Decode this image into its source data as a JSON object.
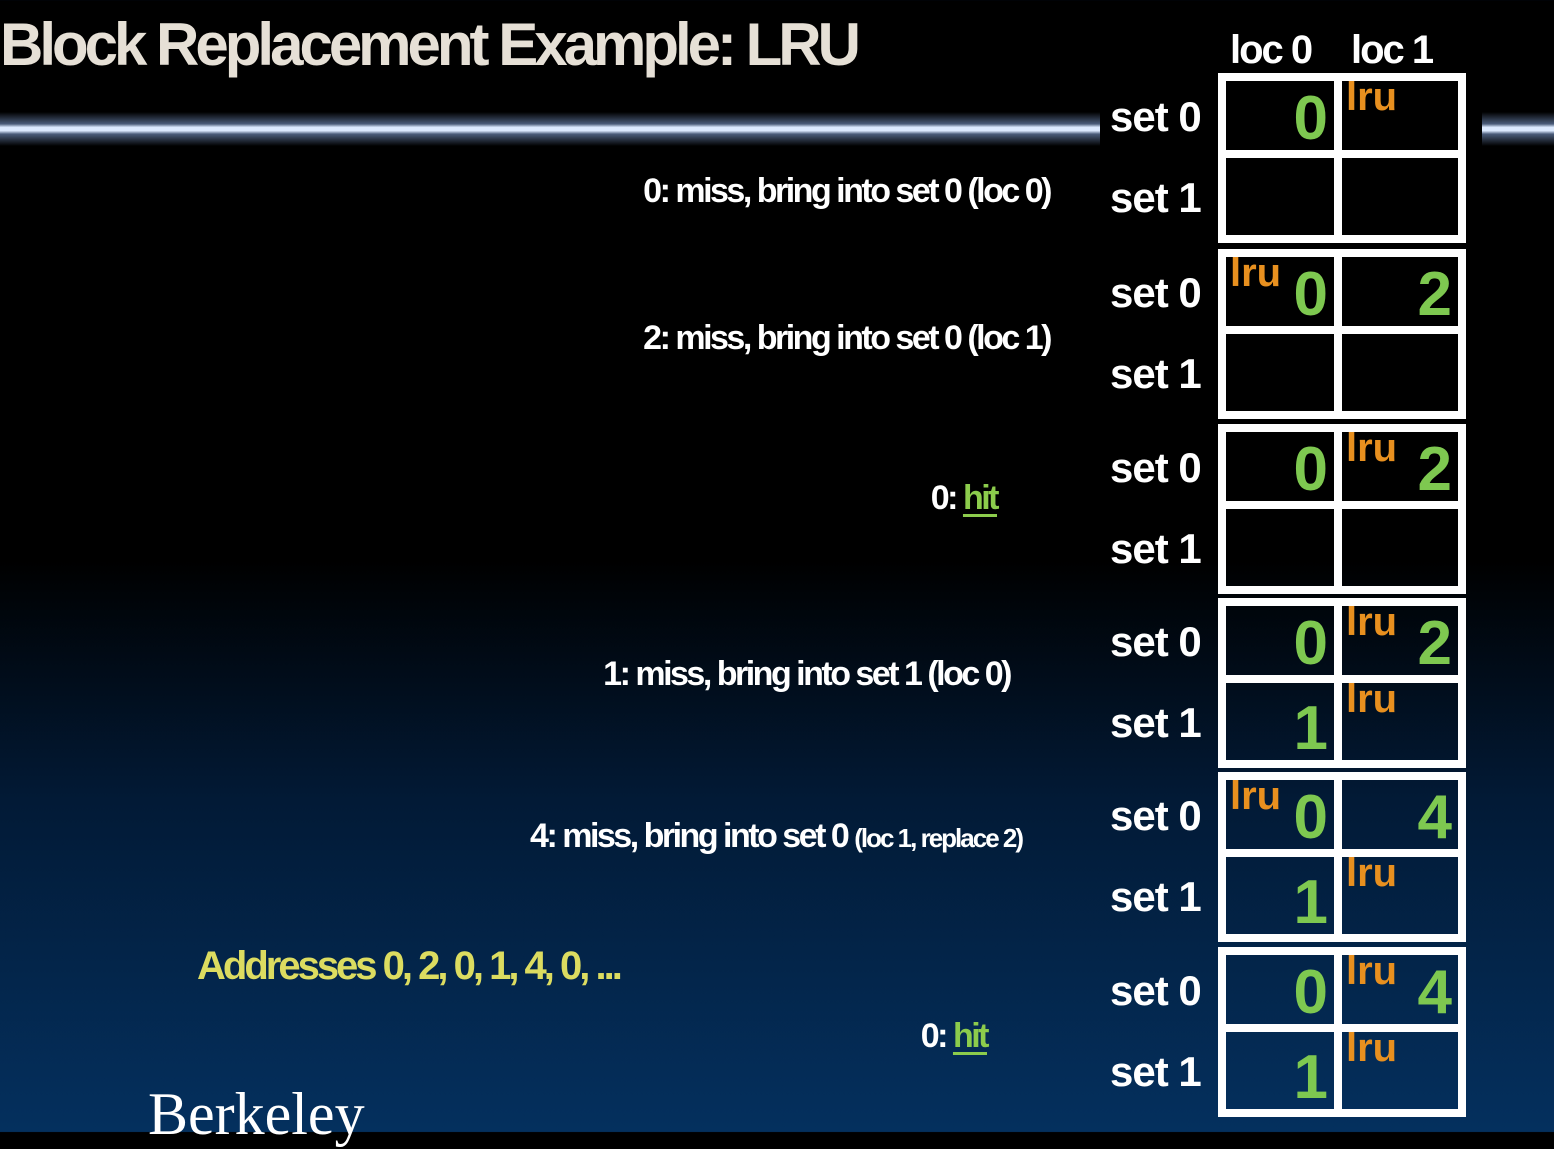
{
  "title": "Block Replacement Example: LRU",
  "headers": [
    "loc 0",
    "loc 1"
  ],
  "set_labels": [
    "set 0",
    "set 1"
  ],
  "lru_label": "lru",
  "colors": {
    "value": "#7ec850",
    "lru": "#e8901f",
    "addresses": "#dcdc60",
    "hit": "#8ccc4c"
  },
  "steps": [
    {
      "text": "0: miss, bring into set 0 (loc 0)"
    },
    {
      "text": "2: miss, bring into set 0 (loc 1)"
    },
    {
      "prefix": "0: ",
      "hit": "hit"
    },
    {
      "text": "1: miss, bring into set 1 (loc 0)"
    },
    {
      "text": "4: miss, bring into set 0 ",
      "small": "(loc 1, replace 2)"
    },
    {
      "prefix": "0: ",
      "hit": "hit"
    }
  ],
  "states": [
    [
      {
        "v": "0",
        "lru": false
      },
      {
        "v": "",
        "lru": true
      },
      {
        "v": "",
        "lru": false
      },
      {
        "v": "",
        "lru": false
      }
    ],
    [
      {
        "v": "0",
        "lru": true
      },
      {
        "v": "2",
        "lru": false
      },
      {
        "v": "",
        "lru": false
      },
      {
        "v": "",
        "lru": false
      }
    ],
    [
      {
        "v": "0",
        "lru": false
      },
      {
        "v": "2",
        "lru": true
      },
      {
        "v": "",
        "lru": false
      },
      {
        "v": "",
        "lru": false
      }
    ],
    [
      {
        "v": "0",
        "lru": false
      },
      {
        "v": "2",
        "lru": true
      },
      {
        "v": "1",
        "lru": false
      },
      {
        "v": "",
        "lru": true
      }
    ],
    [
      {
        "v": "0",
        "lru": true
      },
      {
        "v": "4",
        "lru": false
      },
      {
        "v": "1",
        "lru": false
      },
      {
        "v": "",
        "lru": true
      }
    ],
    [
      {
        "v": "0",
        "lru": false
      },
      {
        "v": "4",
        "lru": true
      },
      {
        "v": "1",
        "lru": false
      },
      {
        "v": "",
        "lru": true
      }
    ]
  ],
  "addresses": "Addresses 0, 2, 0, 1, 4, 0, ...",
  "logo": "Berkeley"
}
